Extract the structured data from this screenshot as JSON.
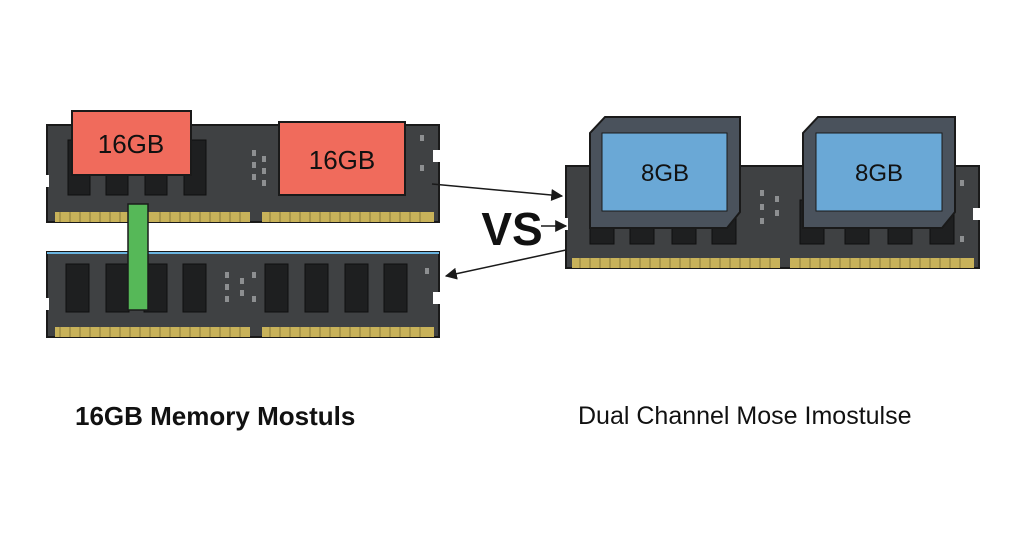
{
  "comparison": {
    "vs_label": "VS",
    "left": {
      "caption": "16GB Memory Mostuls",
      "module_labels": [
        "16GB",
        "16GB"
      ],
      "label_color": "#f06b5c",
      "bridge_color": "#56b858"
    },
    "right": {
      "caption": "Dual Channel Mose Imostulse",
      "module_labels": [
        "8GB",
        "8GB"
      ],
      "label_color": "#6aa8d6",
      "frame_color": "#4a525c"
    }
  },
  "colors": {
    "pcb": "#3f4143",
    "chip": "#1e1f20",
    "gold": "#c8b25a",
    "outline": "#1a1a1a"
  }
}
